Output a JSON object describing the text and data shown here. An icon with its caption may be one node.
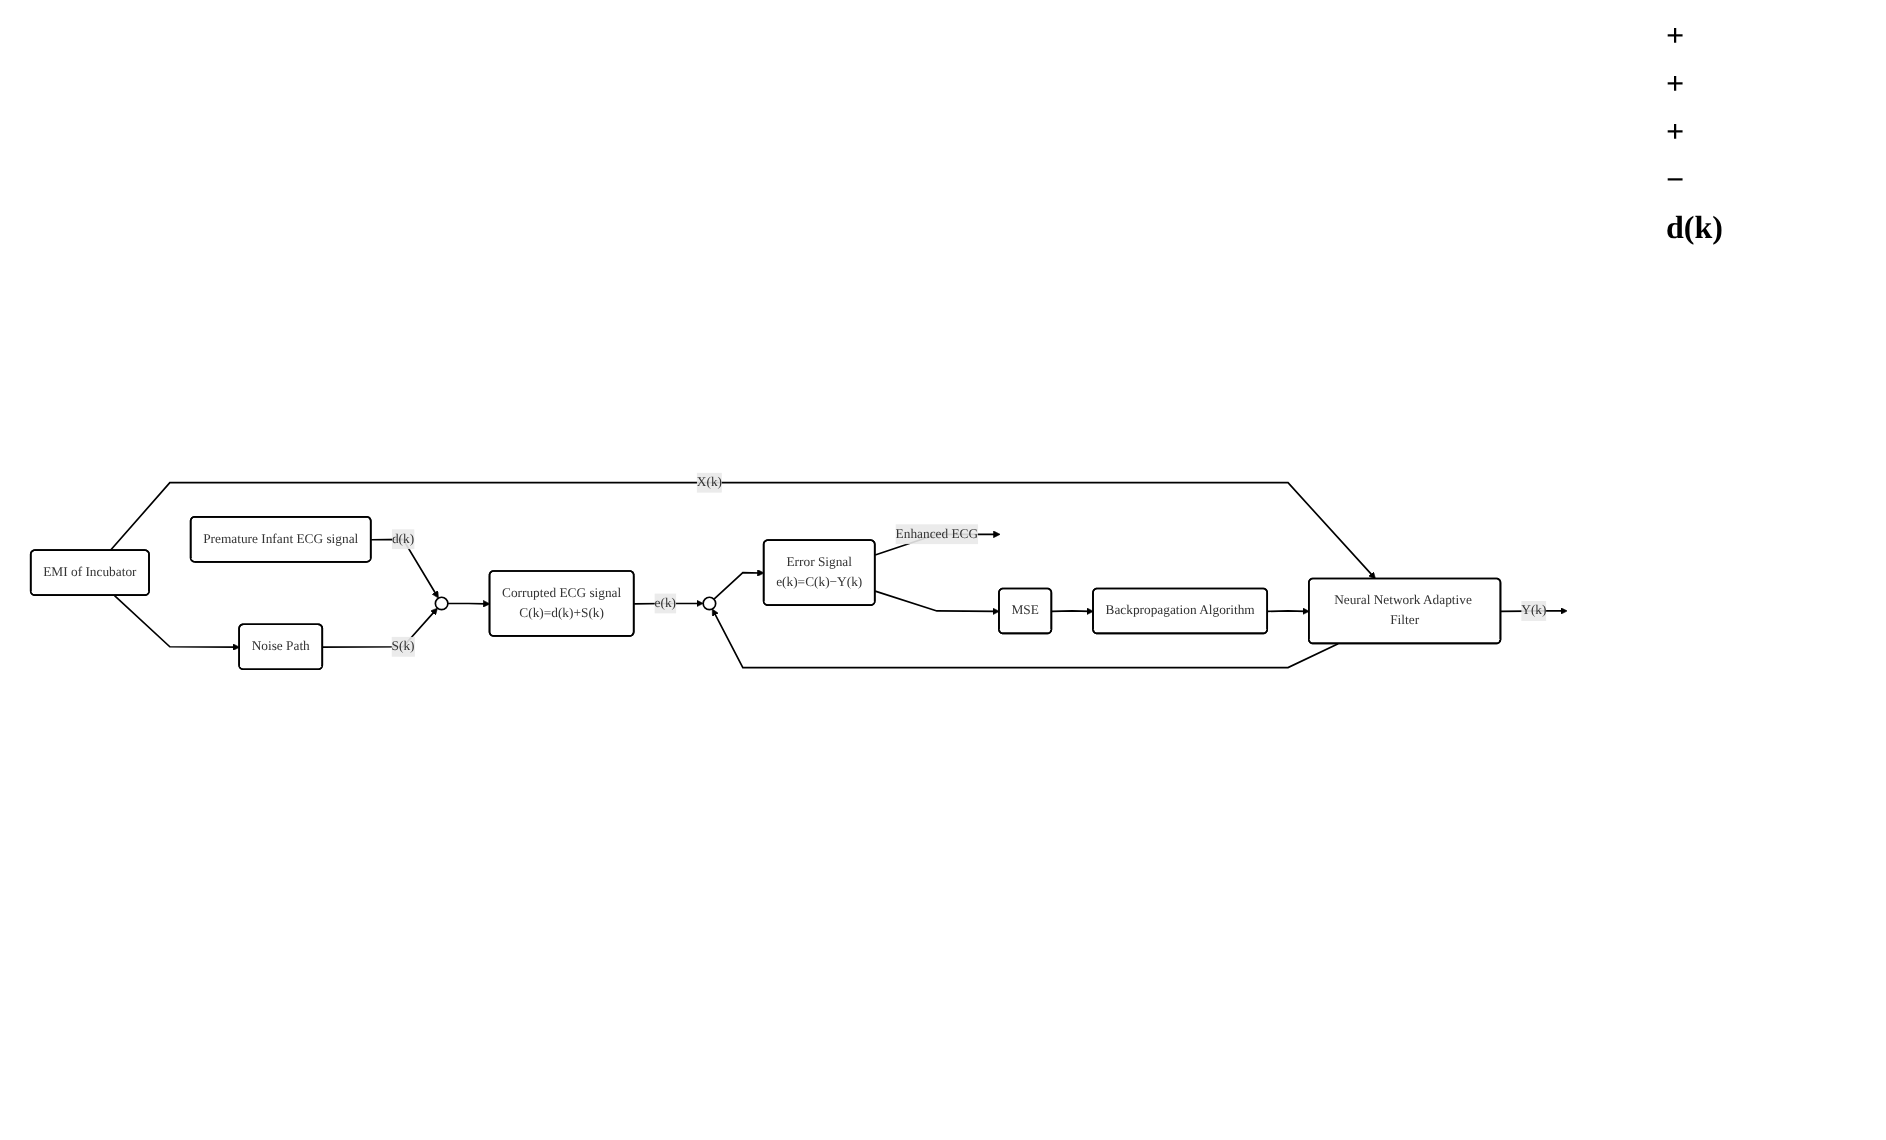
{
  "diagram": {
    "nodes": [
      {
        "text": [
          "Premature Infant ECG signal"
        ]
      },
      {
        "text": [],
        "shape": "circle"
      },
      {
        "text": [
          "Corrupted ECG signal",
          "C(k)=d(k)+S(k)"
        ]
      },
      {
        "text": [],
        "shape": "circle"
      },
      {
        "text": [
          "Error Signal",
          "e(k)=C(k)−Y(k)"
        ]
      },
      {
        "text": [
          "Noise Path"
        ]
      },
      {
        "text": [
          "EMI of Incubator"
        ]
      },
      {
        "text": [
          "Neural Network Adaptive Filter"
        ]
      },
      {
        "text": [
          "MSE"
        ]
      },
      {
        "text": [
          "Backpropagation Algorithm"
        ]
      }
    ],
    "edges": [
      {
        "from": 0,
        "to": 1,
        "arrow": "to",
        "label": "d(k)"
      },
      {
        "from": 1,
        "to": 2,
        "arrow": "to"
      },
      {
        "from": 2,
        "to": 3,
        "arrow": "to",
        "label": "e(k)"
      },
      {
        "from": 3,
        "to": 4,
        "arrow": "to"
      },
      {
        "from": 4,
        "to": null,
        "arrow": "to",
        "label": "Enhanced ECG"
      },
      {
        "from": 5,
        "to": 1,
        "arrow": "to",
        "label": "S(k)"
      },
      {
        "from": 6,
        "to": 5,
        "arrow": "to"
      },
      {
        "from": 6,
        "to": 7,
        "arrow": "to",
        "label": "X(k)"
      },
      {
        "from": 7,
        "to": 3,
        "arrow": "to"
      },
      {
        "from": 7,
        "to": null,
        "arrow": "to",
        "label": "Y(k)"
      },
      {
        "from": 4,
        "to": 8,
        "arrow": "to"
      },
      {
        "from": 8,
        "to": 9,
        "arrow": "to"
      },
      {
        "from": 9,
        "to": 7,
        "arrow": "to"
      }
    ],
    "labels": [
      "+",
      "+",
      "+",
      "−",
      "d(k)"
    ]
  }
}
